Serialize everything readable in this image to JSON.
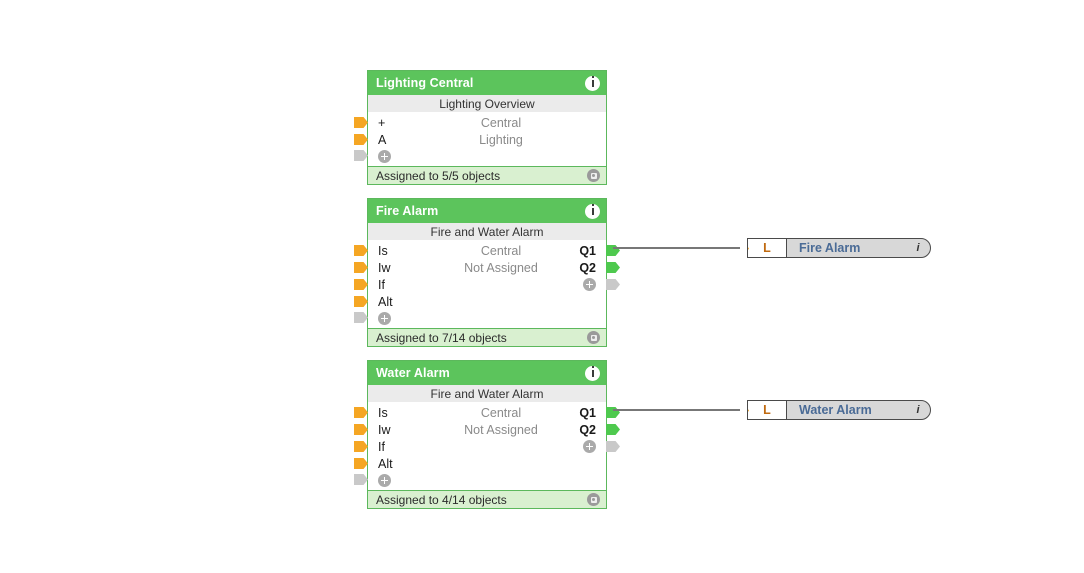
{
  "canvas": {
    "background": "#ffffff",
    "accent_green": "#5cc45c",
    "accent_orange": "#f5a623",
    "wire_color": "#777777"
  },
  "blocks": [
    {
      "id": "lighting-central",
      "title": "Lighting Central",
      "subtitle": "Lighting Overview",
      "info_icon": "info-icon",
      "rows": [
        {
          "input": "+",
          "middle": "Central",
          "output": ""
        },
        {
          "input": "A",
          "middle": "Lighting",
          "output": ""
        }
      ],
      "footer": "Assigned to 5/5 objects",
      "footer_icon": "gear-icon",
      "add_input_icon": "plus-icon",
      "input_pins": [
        "orange",
        "orange",
        "gray"
      ],
      "output_pins": []
    },
    {
      "id": "fire-alarm",
      "title": "Fire Alarm",
      "subtitle": "Fire and Water Alarm",
      "info_icon": "info-icon",
      "rows": [
        {
          "input": "Is",
          "middle": "Central",
          "output": "Q1"
        },
        {
          "input": "Iw",
          "middle": "Not Assigned",
          "output": "Q2"
        },
        {
          "input": "If",
          "middle": "",
          "output": ""
        },
        {
          "input": "Alt",
          "middle": "",
          "output": ""
        }
      ],
      "footer": "Assigned to 7/14 objects",
      "footer_icon": "gear-icon",
      "add_input_icon": "plus-icon",
      "add_output_icon": "plus-icon",
      "input_pins": [
        "orange",
        "orange",
        "orange",
        "orange",
        "gray"
      ],
      "output_pins": [
        "green",
        "green",
        "gray"
      ]
    },
    {
      "id": "water-alarm",
      "title": "Water Alarm",
      "subtitle": "Fire and Water Alarm",
      "info_icon": "info-icon",
      "rows": [
        {
          "input": "Is",
          "middle": "Central",
          "output": "Q1"
        },
        {
          "input": "Iw",
          "middle": "Not Assigned",
          "output": "Q2"
        },
        {
          "input": "If",
          "middle": "",
          "output": ""
        },
        {
          "input": "Alt",
          "middle": "",
          "output": ""
        }
      ],
      "footer": "Assigned to 4/14 objects",
      "footer_icon": "gear-icon",
      "add_input_icon": "plus-icon",
      "add_output_icon": "plus-icon",
      "input_pins": [
        "orange",
        "orange",
        "orange",
        "orange",
        "gray"
      ],
      "output_pins": [
        "green",
        "green",
        "gray"
      ]
    }
  ],
  "nodes": [
    {
      "id": "node-fire-alarm",
      "letter": "L",
      "label": "Fire Alarm",
      "info": "i"
    },
    {
      "id": "node-water-alarm",
      "letter": "L",
      "label": "Water Alarm",
      "info": "i"
    }
  ]
}
